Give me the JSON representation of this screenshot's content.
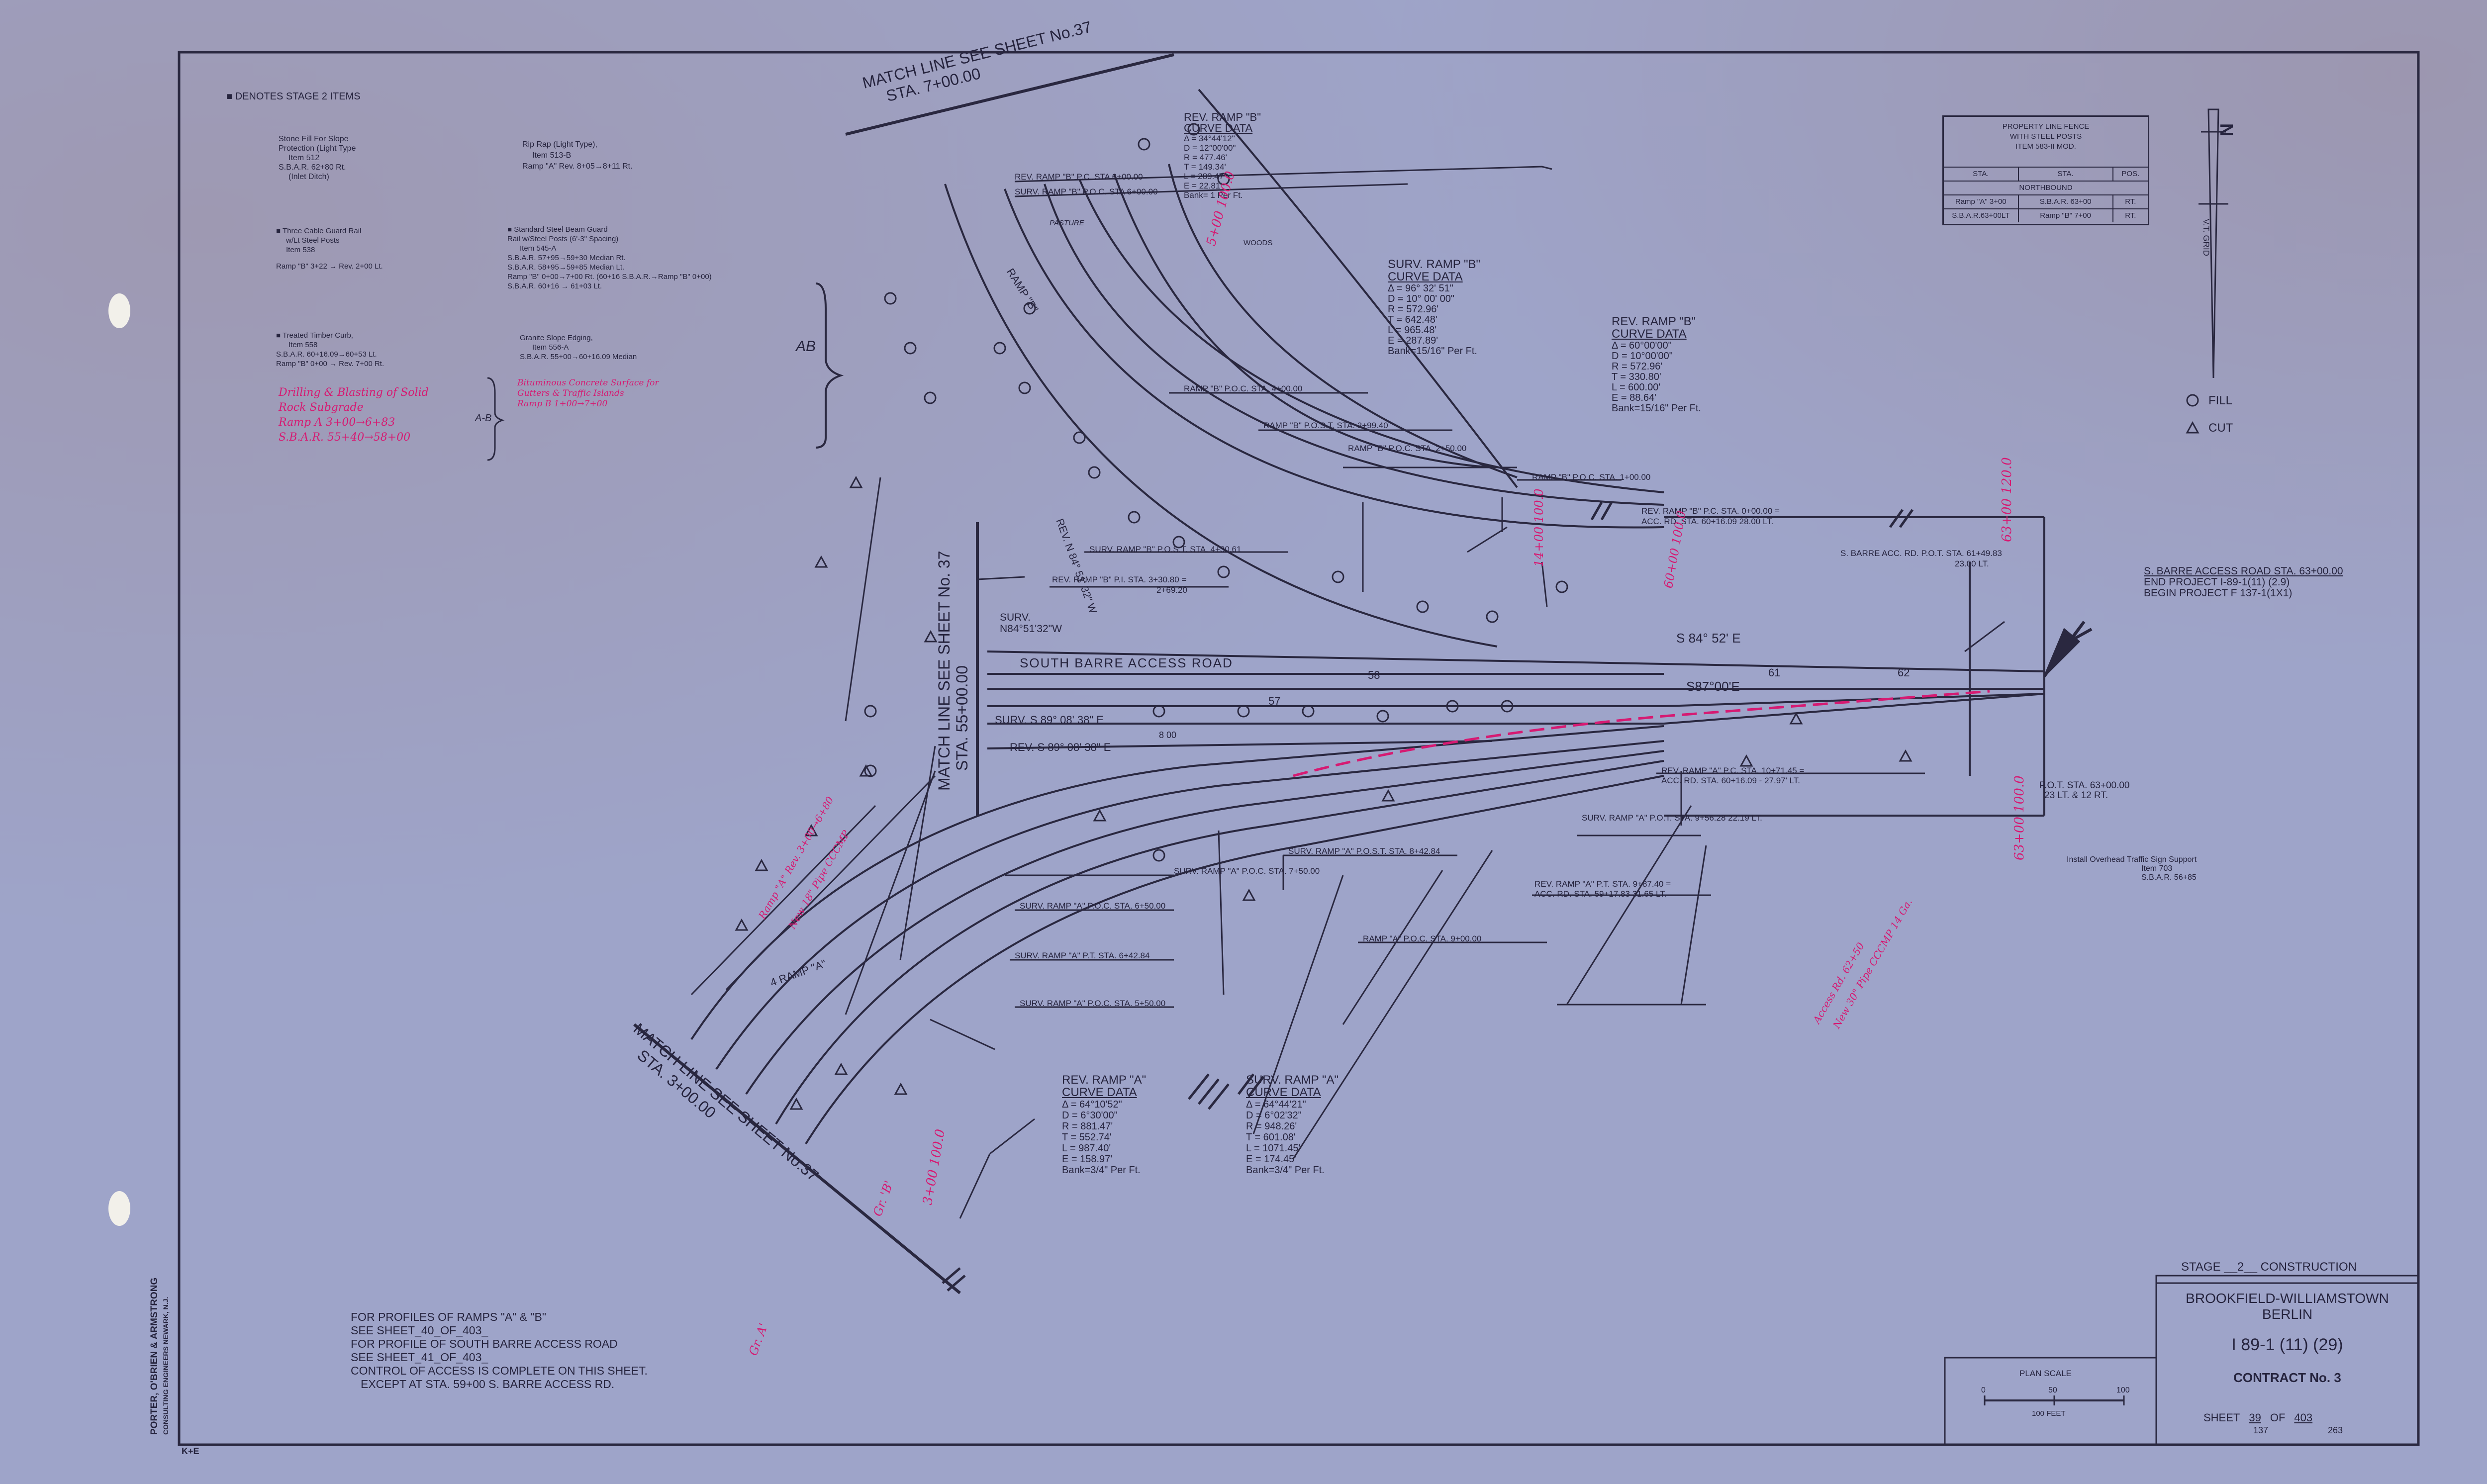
{
  "legend": {
    "denotes": "■  DENOTES  STAGE  2  ITEMS",
    "stone_fill": [
      "Stone Fill For Slope",
      "Protection (Light Type",
      "Item 512",
      "S.B.A.R. 62+80 Rt.",
      "(Inlet Ditch)"
    ],
    "rip_rap": [
      "Rip Rap (Light Type),",
      "Item 513-B",
      "Ramp \"A\" Rev. 8+05→8+11 Rt."
    ],
    "cable_guard": [
      "■ Three Cable Guard Rail",
      "w/Lt Steel Posts",
      "Item 538",
      "Ramp \"B\" 3+22 → Rev. 2+00 Lt."
    ],
    "beam_guard": [
      "■ Standard Steel Beam Guard",
      "Rail w/Steel Posts (6'-3\" Spacing)",
      "Item 545-A",
      "S.B.A.R. 57+95→59+30  Median Rt.",
      "S.B.A.R. 58+95→59+85  Median Lt.",
      "Ramp \"B\" 0+00→7+00 Rt. (60+16 S.B.A.R.→Ramp \"B\" 0+00)",
      "S.B.A.R. 60+16 → 61+03 Lt."
    ],
    "timber_curb": [
      "■ Treated Timber Curb,",
      "Item 558",
      "S.B.A.R. 60+16.09→60+53 Lt.",
      "Ramp \"B\" 0+00 → Rev. 7+00 Rt."
    ],
    "granite": [
      "Granite Slope Edging,",
      "Item 556-A",
      "S.B.A.R. 55+00→60+16.09 Median"
    ],
    "drilling": [
      "Drilling & Blasting of Solid",
      "Rock Subgrade",
      "Ramp A 3+00→6+83",
      "S.B.A.R. 55+40→58+00"
    ],
    "bituminous": [
      "Bituminous Concrete Surface for",
      "Gutters & Traffic Islands",
      "Ramp B 1+00→7+00"
    ],
    "ab_mark": "AB",
    "ab_mark2": "A-B"
  },
  "property_table": {
    "title": [
      "PROPERTY LINE FENCE",
      "WITH STEEL POSTS",
      "ITEM 583-II MOD."
    ],
    "headers": [
      "STA.",
      "STA.",
      "POS."
    ],
    "subheader": "NORTHBOUND",
    "rows": [
      [
        "Ramp \"A\" 3+00",
        "S.B.A.R. 63+00",
        "RT."
      ],
      [
        "S.B.A.R.63+00LT",
        "Ramp \"B\" 7+00",
        "RT."
      ]
    ]
  },
  "north": {
    "label": "N",
    "grid": "V.T. GRID"
  },
  "symbols": {
    "fill": "FILL",
    "cut": "CUT"
  },
  "curves": {
    "rev_b_top": [
      "REV. RAMP \"B\"",
      "CURVE DATA",
      "Δ = 34°44'12\"",
      "D = 12°00'00\"",
      "R = 477.46'",
      "T = 149.34'",
      "L = 289.47'",
      "E = 22.81'",
      "Bank= 1 Per Ft."
    ],
    "surv_b": [
      "SURV. RAMP \"B\"",
      "CURVE DATA",
      "Δ = 96° 32' 51\"",
      "D = 10° 00' 00\"",
      "R = 572.96'",
      "T = 642.48'",
      "L = 965.48'",
      "E = 287.89'",
      "Bank=15/16\" Per Ft."
    ],
    "rev_b_right": [
      "REV. RAMP \"B\"",
      "CURVE DATA",
      "Δ = 60°00'00\"",
      "D = 10°00'00\"",
      "R = 572.96'",
      "T = 330.80'",
      "L = 600.00'",
      "E = 88.64'",
      "Bank=15/16\" Per Ft."
    ],
    "rev_a": [
      "REV. RAMP \"A\"",
      "CURVE DATA",
      "Δ = 64°10'52\"",
      "D = 6°30'00\"",
      "R = 881.47'",
      "T = 552.74'",
      "L = 987.40'",
      "E = 158.97'",
      "Bank=3/4\" Per Ft."
    ],
    "surv_a": [
      "SURV. RAMP \"A\"",
      "CURVE DATA",
      "Δ = 64°44'21\"",
      "D = 6°02'32\"",
      "R = 948.26'",
      "T = 601.08'",
      "L = 1071.45'",
      "E = 174.45'",
      "Bank=3/4\" Per Ft."
    ]
  },
  "stations": {
    "match_top_1": "MATCH LINE SEE SHEET No.37",
    "match_top_2": "STA. 7+00.00",
    "match_mid_1": "MATCH LINE SEE SHEET No. 37",
    "match_mid_2": "STA. 55+00.00",
    "match_bot_1": "MATCH LINE SEE SHEET No.37",
    "match_bot_2": "STA. 3+00.00",
    "b_poc_top_rev": "REV. RAMP \"B\" P.C. STA 6+00.00",
    "b_poc_top_surv": "SURV. RAMP \"B\" P.O.C. STA 6+00.00",
    "b_poc_4": "RAMP \"B\" P.O.C. STA. 4+00.00",
    "b_post_299": "RAMP \"B\" P.O.S.T. STA. 2+99.40",
    "b_poc_2": "RAMP \"B\" P.O.C. STA. 2+50.00",
    "b_poc_1": "RAMP \"B\" P.O.C. STA. 1+00.00",
    "rev_b_pc": "REV. RAMP \"B\" P.C. STA. 0+00.00 =",
    "rev_b_pc_2": "ACC. RD. STA. 60+16.09  28.00 LT.",
    "sbarr_pot": "S. BARRE ACC. RD. P.O.T. STA. 61+49.83",
    "sbarr_pot_2": "23.00 LT.",
    "surv_b_post": "SURV. RAMP \"B\" P.O.S.T. STA. 4+30.61",
    "rev_b_pi": "REV. RAMP \"B\" P.I. STA. 3+30.80 =",
    "rev_b_pi_2": "2+69.20",
    "surv_n84": "SURV.",
    "surv_n84_2": "N84°51'32\"W",
    "rev_n84": "REV. N 84° 51' 32\" W",
    "south_barre": "SOUTH   BARRE   ACCESS   ROAD",
    "s84": "S 84° 52' E",
    "s87": "S87°00'E",
    "st57": "57",
    "st58": "58",
    "st61": "61",
    "st62": "62",
    "surv_s89": "SURV. S 89° 08' 38\" E",
    "rev_s89": "REV. S 89° 08' 38\" E",
    "st800": "8 00",
    "sbarr_end_1": "S. BARRE ACCESS ROAD STA. 63+00.00",
    "sbarr_end_2": "END PROJECT I-89-1(11) (2.9)",
    "sbarr_end_3": "BEGIN PROJECT F 137-1(1X1)",
    "pot_63": "P.O.T. STA. 63+00.00",
    "pot_63_2": "23 LT. & 12 RT.",
    "overhead": [
      "Install Overhead Traffic Sign Support",
      "Item 703",
      "S.B.A.R. 56+85"
    ],
    "rev_a_pc": "REV. RAMP \"A\" P.C. STA. 10+71.45 =",
    "rev_a_pc_2": "ACC. RD. STA. 60+16.09 - 27.97' LT.",
    "surv_a_pot": "SURV. RAMP \"A\" P.O.T. STA. 9+56.28  22.19 LT.",
    "rev_a_pt": "REV. RAMP \"A\" P.T. STA. 9+87.40 =",
    "rev_a_pt_2": "ACC. RD. STA. 59+17.83  31.65 LT.",
    "a_post_884": "SURV. RAMP \"A\" P.O.S.T. STA. 8+42.84",
    "a_poc_750": "SURV. RAMP \"A\" P.O.C. STA. 7+50.00",
    "a_poc_900": "RAMP \"A\" P.O.C. STA. 9+00.00",
    "a_poc_650": "SURV. RAMP \"A\" P.O.C. STA. 6+50.00",
    "a_pt_642": "SURV. RAMP \"A\" P.T. STA. 6+42.84",
    "a_poc_550": "SURV. RAMP \"A\" P.O.C. STA. 5+50.00",
    "ramp_a": "4 RAMP \"A\"",
    "ramp_b": "RAMP \"B\"",
    "woods": "WOODS",
    "pasture": "PASTURE"
  },
  "red_notes": {
    "n1": "5+00 100.0",
    "n2": "63+00 120.0",
    "n3": "63+00 100.0",
    "n4": "14+00 100.0",
    "n5": "60+00 100.0",
    "n6": "3+00 100.0",
    "n7": "Gr. A'",
    "n8": "Gr. 'B'",
    "n9": "Ramp \"A\" Rev. 3+00→6+80",
    "n10": "New 18\" Pipe CCCMP",
    "n11": "Access Rd. 62+50",
    "n12": "New 30\" Pipe CCCMP 14 Ga."
  },
  "profiles": [
    "FOR PROFILES OF RAMPS \"A\" & \"B\"",
    "SEE SHEET_40_OF_403_",
    "FOR PROFILE OF SOUTH BARRE ACCESS ROAD",
    "SEE SHEET_41_OF_403_",
    "CONTROL OF ACCESS IS COMPLETE ON THIS SHEET.",
    "EXCEPT AT STA. 59+00 S. BARRE ACCESS RD."
  ],
  "firm": [
    "PORTER, O'BRIEN & ARMSTRONG",
    "CONSULTING ENGINEERS NEWARK, N.J."
  ],
  "paper_mark": "K+E",
  "scale": {
    "title": "PLAN  SCALE",
    "t0": "0",
    "t1": "50",
    "t2": "100",
    "unit": "100 FEET"
  },
  "titleblock": {
    "stage": "STAGE __2__ CONSTRUCTION",
    "place1": "BROOKFIELD-WILLIAMSTOWN",
    "place2": "BERLIN",
    "project": "I 89-1 (11) (29)",
    "contract": "CONTRACT  No. 3",
    "sheet_label": "SHEET",
    "sheet_num": "39",
    "sheet_of": "OF",
    "sheet_total": "403",
    "sheet_sub": "137",
    "sheet_sub_total": "263"
  },
  "colors": {
    "paper": "#9ea4c9",
    "ink": "#26243e",
    "red_ink": "#d61a72"
  }
}
